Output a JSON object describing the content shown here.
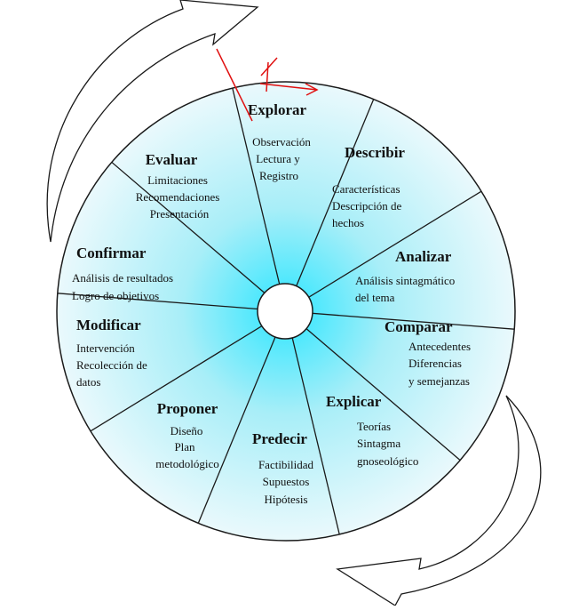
{
  "colors": {
    "center": "#2ee6ff",
    "mid": "#a8eef8",
    "edge": "#eaf9fc",
    "line": "#1a1a1a",
    "annotation": "#e01010"
  },
  "wheel": {
    "center_label": "",
    "segments": [
      {
        "title": "Explorar",
        "items": [
          "Observación",
          "Lectura y",
          "Registro"
        ]
      },
      {
        "title": "Describir",
        "items": [
          "Características",
          "Descripción de",
          "hechos"
        ]
      },
      {
        "title": "Analizar",
        "items": [
          "Análisis  sintagmático",
          "del tema"
        ]
      },
      {
        "title": "Comparar",
        "items": [
          "Antecedentes",
          "Diferencias",
          "y semejanzas"
        ]
      },
      {
        "title": "Explicar",
        "items": [
          "Teorías",
          "Sintagma",
          "gnoseológico"
        ]
      },
      {
        "title": "Predecir",
        "items": [
          "Factibilidad",
          "Supuestos",
          "Hipótesis"
        ]
      },
      {
        "title": "Proponer",
        "items": [
          "Diseño",
          "Plan",
          "metodológico"
        ]
      },
      {
        "title": "Modificar",
        "items": [
          "Intervención",
          "Recolección de",
          "datos"
        ]
      },
      {
        "title": "Confirmar",
        "items": [
          "Análisis de resultados",
          "Logro de objetivos"
        ]
      },
      {
        "title": "Evaluar",
        "items": [
          "Limitaciones",
          "Recomendaciones",
          "Presentación"
        ]
      }
    ]
  }
}
